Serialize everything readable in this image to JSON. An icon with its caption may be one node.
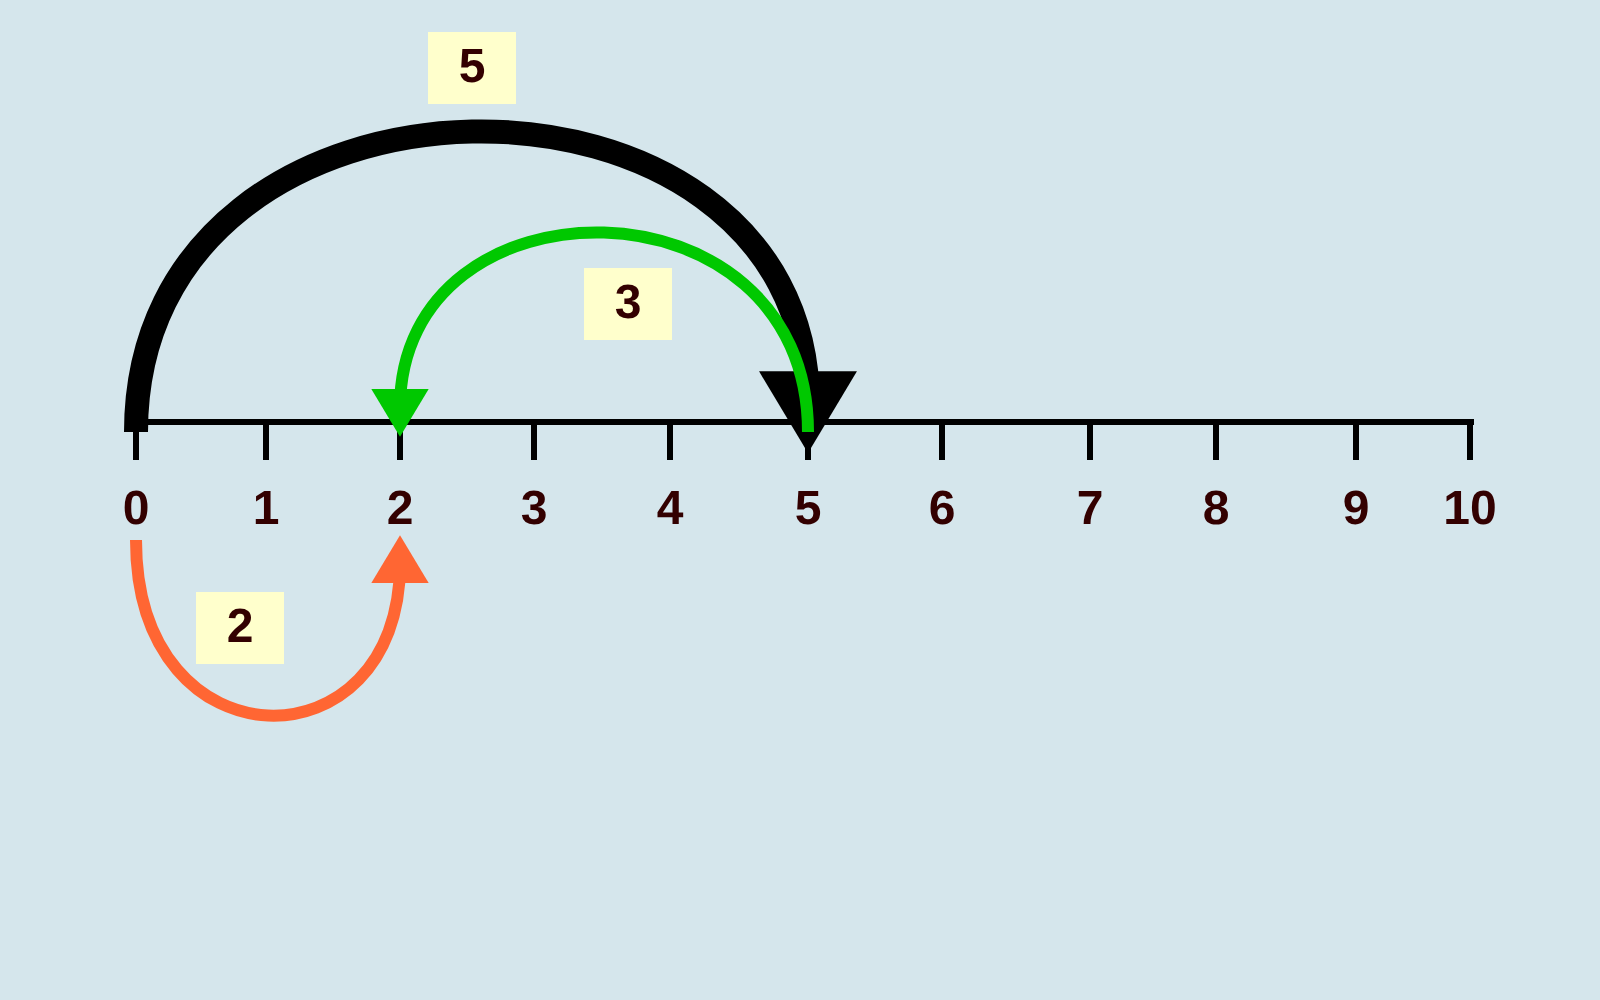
{
  "diagram": {
    "nodes": [
      {
        "text": [
          "0"
        ]
      },
      {
        "text": [
          "1"
        ]
      },
      {
        "text": [
          "2"
        ]
      },
      {
        "text": [
          "3"
        ]
      },
      {
        "text": [
          "4"
        ]
      },
      {
        "text": [
          "5"
        ]
      },
      {
        "text": [
          "6"
        ]
      },
      {
        "text": [
          "7"
        ]
      },
      {
        "text": [
          "8"
        ]
      },
      {
        "text": [
          "9"
        ]
      },
      {
        "text": [
          "10"
        ]
      }
    ],
    "edges": [
      {
        "from": 0,
        "to": 5,
        "arrow": "to",
        "label": "5",
        "style": "thick",
        "color": "#000000"
      },
      {
        "from": 5,
        "to": 2,
        "arrow": "to",
        "label": "3",
        "color": "#00c800"
      },
      {
        "from": 0,
        "to": 2,
        "arrow": "to",
        "label": "2",
        "color": "#ff6633"
      }
    ]
  }
}
